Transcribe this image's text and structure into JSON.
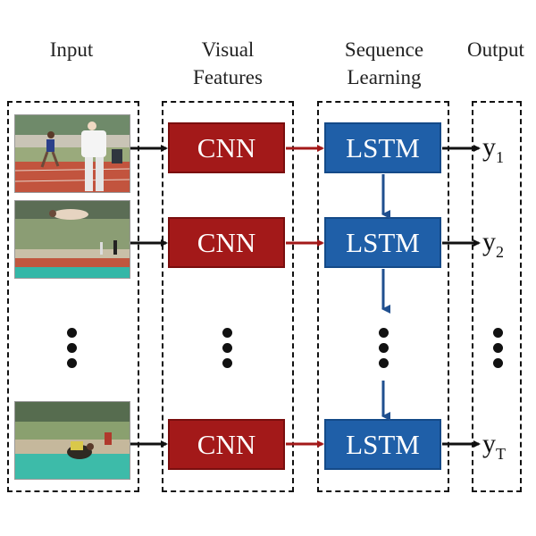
{
  "headers": {
    "input": [
      "Input"
    ],
    "visual": [
      "Visual",
      "Features"
    ],
    "sequence": [
      "Sequence",
      "Learning"
    ],
    "output": [
      "Output"
    ]
  },
  "rows": [
    {
      "cnn": "CNN",
      "lstm": "LSTM",
      "out_base": "y",
      "out_sub": "1"
    },
    {
      "cnn": "CNN",
      "lstm": "LSTM",
      "out_base": "y",
      "out_sub": "2"
    },
    {
      "cnn": "CNN",
      "lstm": "LSTM",
      "out_base": "y",
      "out_sub": "T"
    }
  ],
  "colors": {
    "cnn": "#a31919",
    "lstm": "#1f5fa8",
    "red_arrow": "#a31919",
    "blue_arrow": "#1f4f8f",
    "black_arrow": "#111111"
  }
}
